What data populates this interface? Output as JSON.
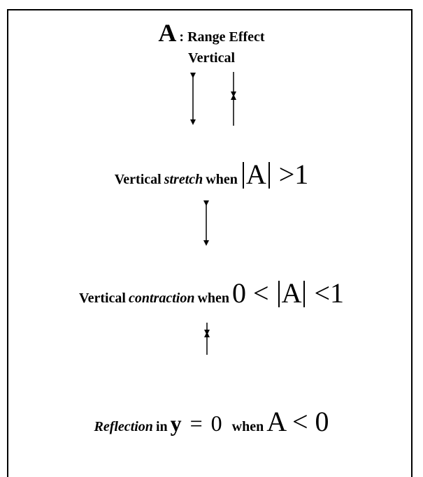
{
  "title": {
    "symbol": "A",
    "label": ": Range Effect"
  },
  "subtitle": "Vertical",
  "stretch": {
    "prefix": "Vertical",
    "emph": "stretch",
    "when": "when",
    "math": {
      "var": "A",
      "rel": ">",
      "num": "1"
    }
  },
  "contraction": {
    "prefix": "Vertical",
    "emph": "contraction",
    "when": "when",
    "math": {
      "left": "0",
      "rel1": "<",
      "var": "A",
      "rel2": "<",
      "num": "1"
    }
  },
  "reflection": {
    "emph": "Reflection",
    "in": "in",
    "eq": {
      "y": "y",
      "op": "=",
      "zero": "0"
    },
    "when": "when",
    "math": {
      "var": "A",
      "rel": "<",
      "num": "0"
    }
  }
}
